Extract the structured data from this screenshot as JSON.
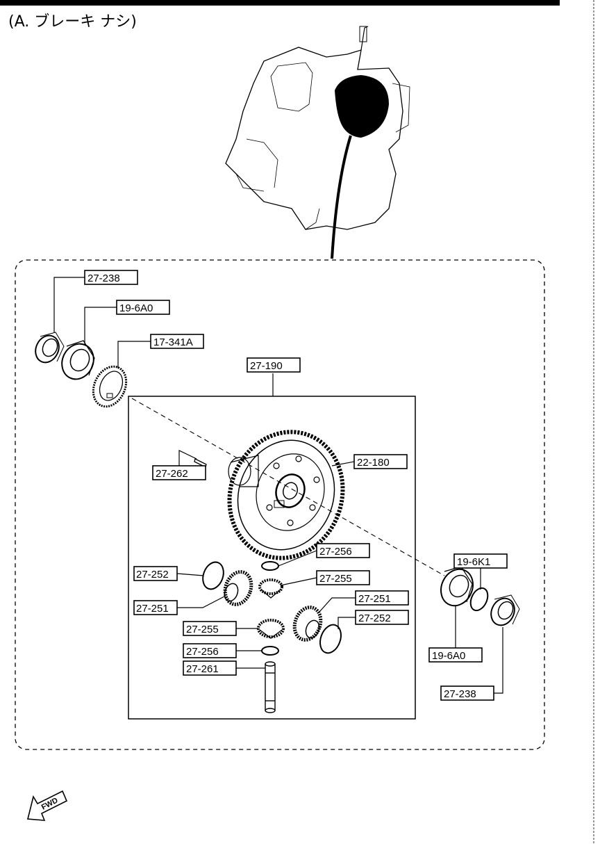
{
  "header": {
    "title": "(A. ブレーキ ナシ)"
  },
  "parts": {
    "p1": "27-238",
    "p2": "19-6A0",
    "p3": "17-341A",
    "p4": "27-190",
    "p5": "27-262",
    "p6": "22-180",
    "p7": "27-256",
    "p8": "27-252",
    "p9": "27-255",
    "p10": "27-251",
    "p11": "27-251",
    "p12": "27-255",
    "p13": "27-252",
    "p14": "27-256",
    "p15": "27-261",
    "p16": "19-6K1",
    "p17": "19-6A0",
    "p18": "27-238"
  },
  "direction": {
    "label": "FWD",
    "icon": "fwd-arrow-icon"
  }
}
